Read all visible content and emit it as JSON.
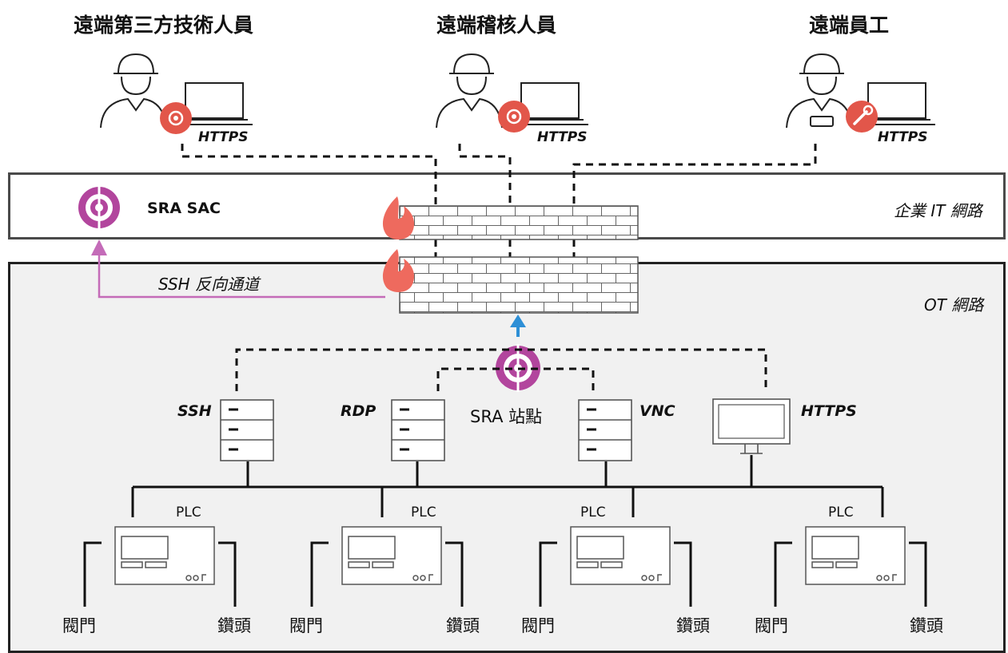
{
  "users": [
    {
      "title": "遠端第三方技術人員",
      "protocol": "HTTPS",
      "badge_icon": "gear-icon"
    },
    {
      "title": "遠端稽核人員",
      "protocol": "HTTPS",
      "badge_icon": "gear-icon"
    },
    {
      "title": "遠端員工",
      "protocol": "HTTPS",
      "badge_icon": "wrench-icon"
    }
  ],
  "it_network": {
    "label": "企業 IT 網路",
    "sac_label": "SRA SAC"
  },
  "ot_network": {
    "label": "OT 網路",
    "tunnel_label": "SSH 反向通道",
    "site_label": "SRA 站點"
  },
  "servers": [
    {
      "protocol": "SSH"
    },
    {
      "protocol": "RDP"
    },
    {
      "protocol": "VNC"
    },
    {
      "protocol": "HTTPS"
    }
  ],
  "plcs": [
    {
      "label": "PLC",
      "valve": "閥門",
      "drill": "鑽頭"
    },
    {
      "label": "PLC",
      "valve": "閥門",
      "drill": "鑽頭"
    },
    {
      "label": "PLC",
      "valve": "閥門",
      "drill": "鑽頭"
    },
    {
      "label": "PLC",
      "valve": "閥門",
      "drill": "鑽頭"
    }
  ],
  "colors": {
    "sra_accent": "#b2459d",
    "firewall_flame": "#ee6a5e",
    "badge": "#e2564a",
    "arrow_blue": "#2d8fd6",
    "tunnel": "#c46bb8"
  }
}
